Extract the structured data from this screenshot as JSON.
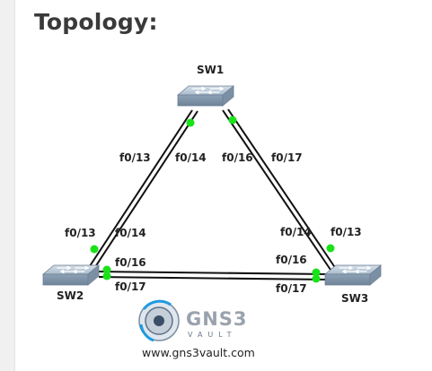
{
  "heading": "Topology:",
  "devices": {
    "sw1": "SW1",
    "sw2": "SW2",
    "sw3": "SW3"
  },
  "interfaces": {
    "sw1_left_a": "f0/13",
    "sw1_left_b": "f0/14",
    "sw1_right_a": "f0/16",
    "sw1_right_b": "f0/17",
    "sw2_top_a": "f0/13",
    "sw2_top_b": "f0/14",
    "sw2_right_a": "f0/16",
    "sw2_right_b": "f0/17",
    "sw3_top_a": "f0/14",
    "sw3_top_b": "f0/13",
    "sw3_left_a": "f0/16",
    "sw3_left_b": "f0/17"
  },
  "logo": {
    "brand": "GNS3",
    "tagline": "VAULT",
    "url": "www.gns3vault.com"
  },
  "colors": {
    "link": "#111111",
    "port_up": "#19e219",
    "switch_top": "#b7c7d7",
    "switch_side": "#7f93a8"
  }
}
